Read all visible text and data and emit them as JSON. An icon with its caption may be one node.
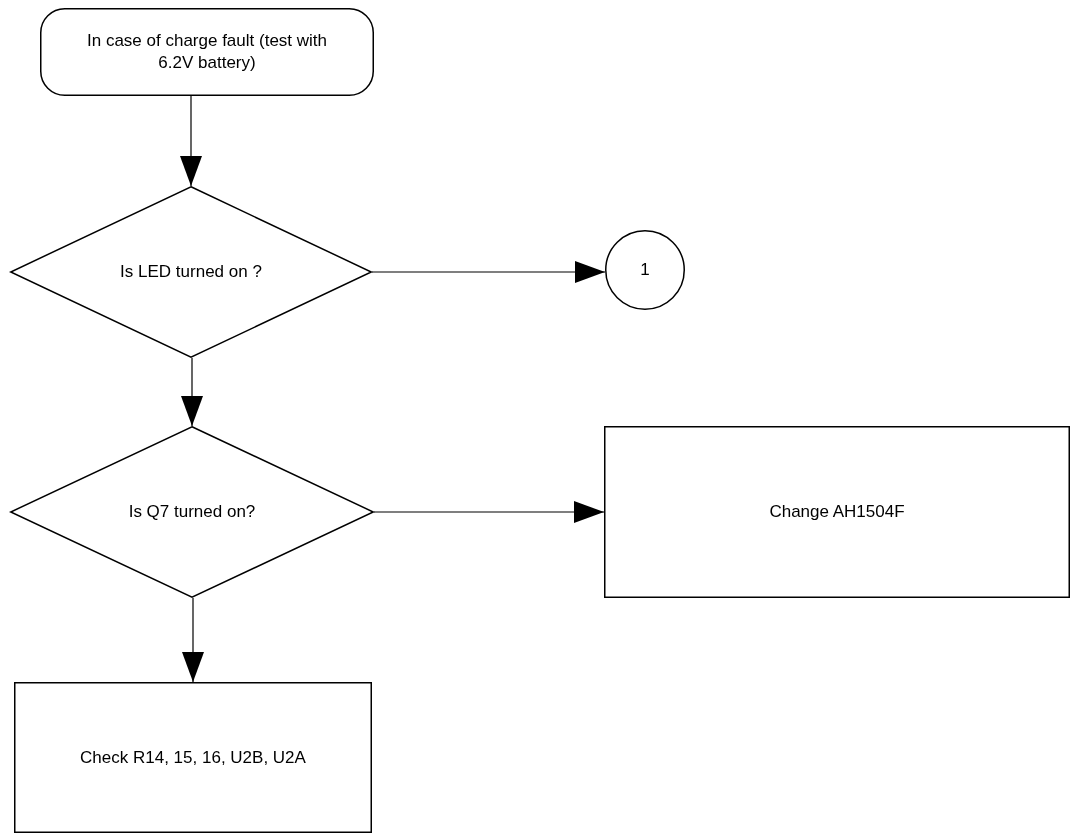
{
  "diagram": {
    "nodes": [
      {
        "text": [
          "In case of charge fault (test with 6.2V battery)"
        ]
      },
      {
        "text": [
          "Is LED turned on ?"
        ]
      },
      {
        "text": [
          "1"
        ]
      },
      {
        "text": [
          "Is Q7 turned on?"
        ]
      },
      {
        "text": [
          "Change AH1504F"
        ]
      },
      {
        "text": [
          "Check R14, 15, 16, U2B, U2A"
        ]
      }
    ],
    "edges": [
      {
        "from": 0,
        "to": 1,
        "arrow": "to"
      },
      {
        "from": 1,
        "to": 2,
        "arrow": "to"
      },
      {
        "from": 1,
        "to": 3,
        "arrow": "to"
      },
      {
        "from": 3,
        "to": 4,
        "arrow": "to"
      },
      {
        "from": 3,
        "to": 5,
        "arrow": "to"
      }
    ]
  }
}
